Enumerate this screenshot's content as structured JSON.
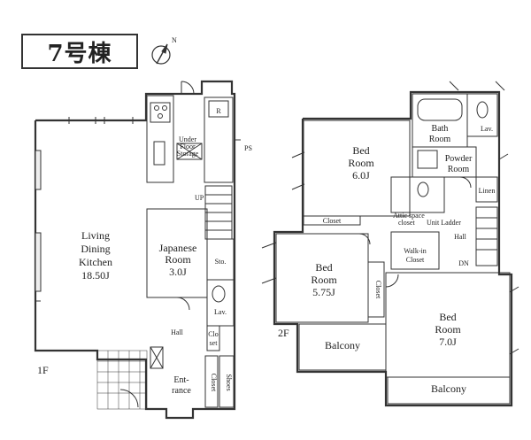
{
  "building_label": "7号棟",
  "compass_label": "N",
  "floor1": {
    "label": "1F",
    "ldk": [
      "Living",
      "Dining",
      "Kitchen",
      "18.50J"
    ],
    "japanese_room": [
      "Japanese",
      "Room",
      "3.0J"
    ],
    "under_floor_storage": [
      "Under",
      "Floor",
      "Storage"
    ],
    "up": "UP",
    "ps": "PS",
    "refrigerator": "R",
    "storage": "Sto.",
    "lavatory": "Lav.",
    "hall": "Hall",
    "closet": [
      "Clo",
      "set"
    ],
    "entrance": [
      "Ent-",
      "rance"
    ],
    "entrance_closet": "Closet",
    "shoes": "Shoes"
  },
  "floor2": {
    "label": "2F",
    "bed1": [
      "Bed",
      "Room",
      "6.0J"
    ],
    "bed2": [
      "Bed",
      "Room",
      "5.75J"
    ],
    "bed3": [
      "Bed",
      "Room",
      "7.0J"
    ],
    "closet": "Closet",
    "closet_v": "Closet",
    "walk_in": [
      "Walk-in",
      "Closet"
    ],
    "bath": [
      "Bath",
      "Room"
    ],
    "powder": [
      "Powder",
      "Room"
    ],
    "lav": "Lav.",
    "linen": "Linen",
    "attic": [
      "Attic space",
      "closet",
      "Unit Ladder"
    ],
    "hall": "Hall",
    "dn": "DN",
    "balcony_upper": "Balcony",
    "balcony_lower": "Balcony"
  }
}
